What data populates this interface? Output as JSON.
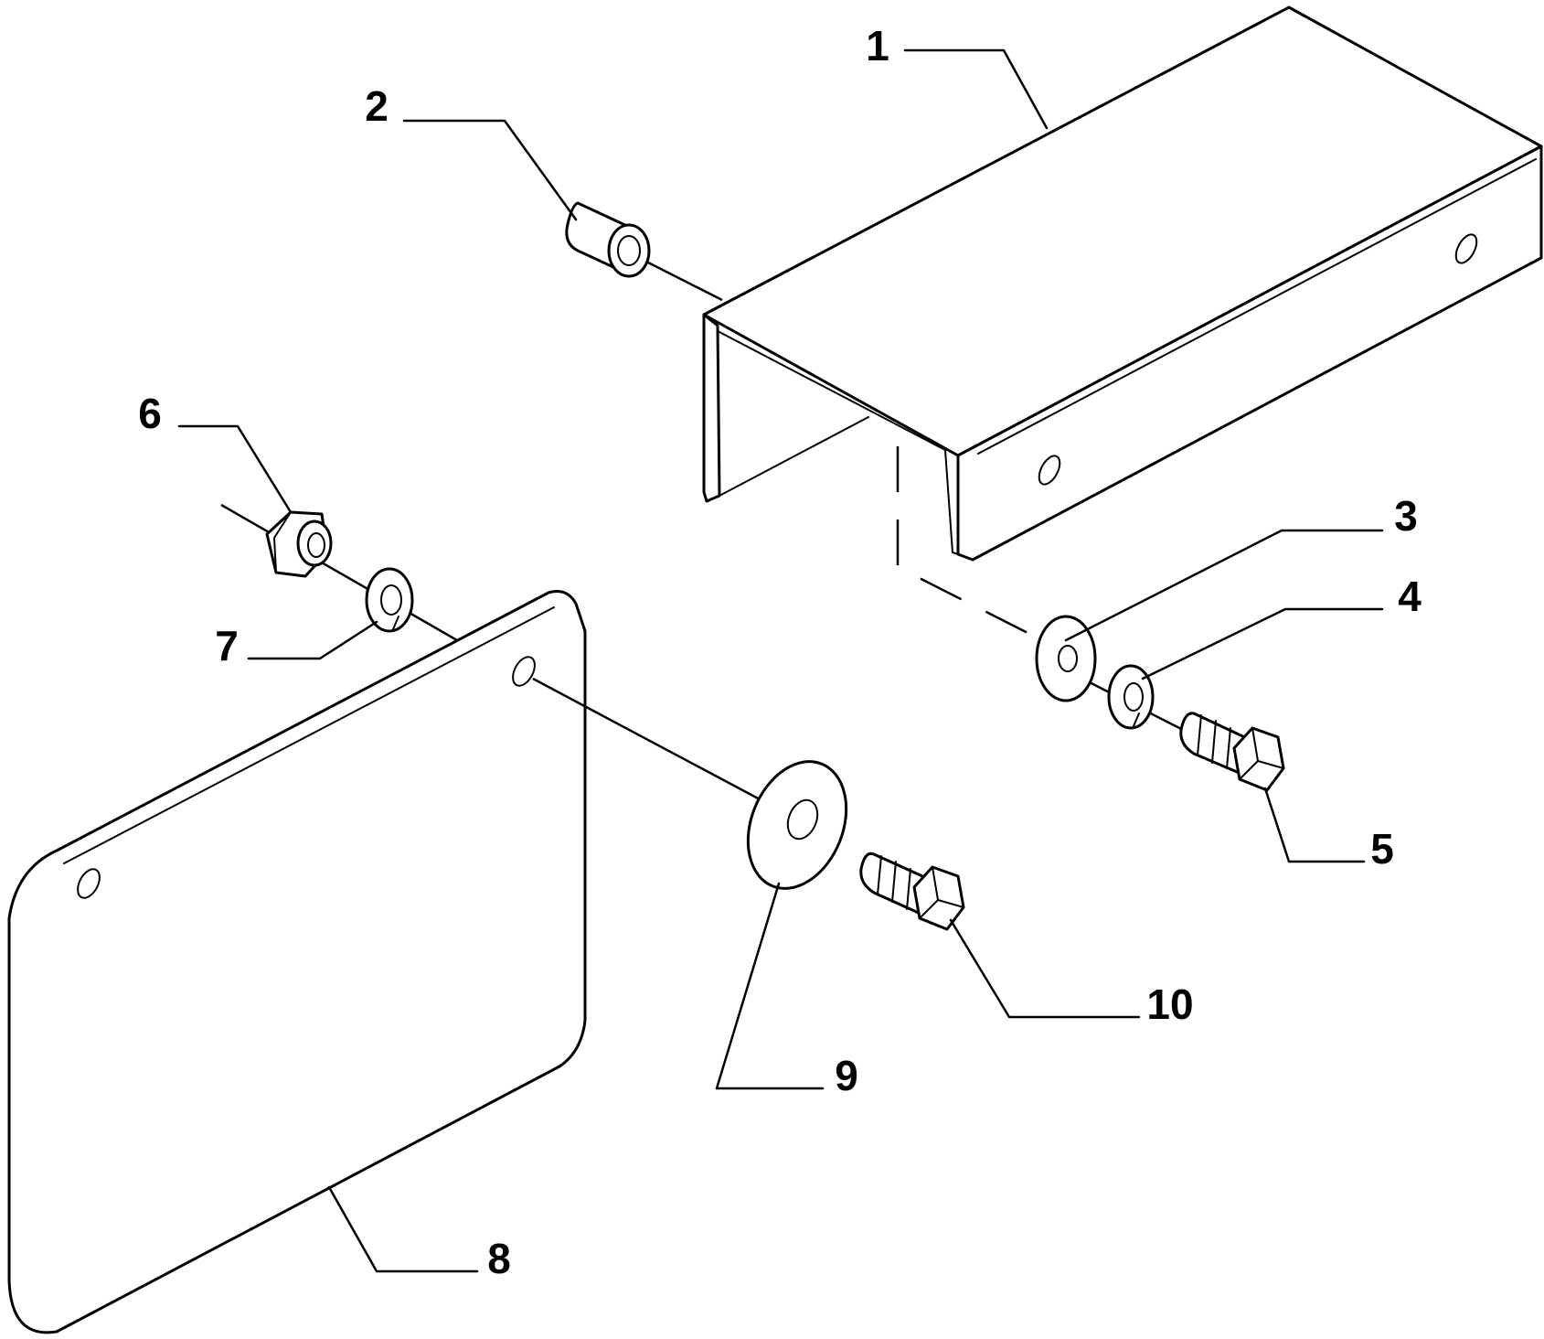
{
  "diagram": {
    "type": "exploded-parts-view",
    "callouts": [
      "1",
      "2",
      "3",
      "4",
      "5",
      "6",
      "7",
      "8",
      "9",
      "10"
    ],
    "line_color": "#000000",
    "background_color": "#ffffff"
  }
}
